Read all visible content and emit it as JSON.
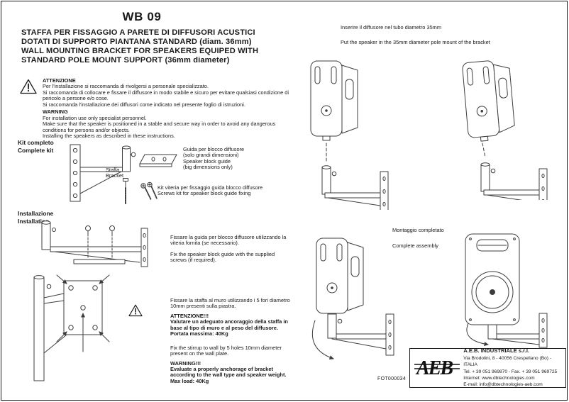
{
  "doc": {
    "model": "WB 09",
    "heading": "STAFFA PER FISSAGGIO A PARETE DI  DIFFUSORI ACUSTICI\nDOTATI  DI  SUPPORTO  PIANTANA  STANDARD  (diam.  36mm)\nWALL MOUNTING BRACKET FOR SPEAKERS EQUIPED WITH\nSTANDARD  POLE  MOUNT  SUPPORT  (36mm  diameter)",
    "code": "FOT000034"
  },
  "warning": {
    "title_it": "ATTENZIONE",
    "body_it": "Per l'installazione si raccomanda di rivolgersi a personale specializzato.\nSi raccomanda di collocare e fissare il diffusore in modo stabile e sicuro per evitare qualsiasi condizione di pericolo a persone e/o cose.\nSi raccomanda l'installazione dei diffusori come indicato nel presente foglio di istruzioni.",
    "title_en": "WARNING",
    "body_en": "For installation use only specialist personnel.\nMake sure that the speaker is positioned in a stable and secure way in order to avoid any dangerous conditions for persons and/or objects.\nInstalling the speakers as described in these instructions."
  },
  "kit": {
    "section_label": "Kit completo\nComplete kit",
    "bracket_label": "Staffa\nBracket",
    "guide_label": "Guida per blocco diffusore\n(solo grandi dimensioni)\nSpeaker block guide\n(big dimensions only)",
    "screws_label": "Kit viteria per fissaggio guida blocco diffusore\nScrews kit for speaker block guide fixing"
  },
  "installation": {
    "section_label": "Installazione\nInstallation",
    "step1_it": "Fissare la guida per blocco diffusore utilizzando la viteria fornita (se necessario).",
    "step1_en": "Fix the speaker block guide with the supplied screws (if required).",
    "step2_it": "Fissare la staffa al muro utilizzando i 5 fori diametro 10mm presenti sulla piastra.",
    "step2_warn_title_it": "ATTENZIONE!!!",
    "step2_warn_it": "Valutare un adeguato ancoraggio della staffa in base al tipo di muro e al peso del diffusore.",
    "step2_load_it": "Portata massima: 40Kg",
    "step2_en": "Fix the stirrup to wall by 5 holes 10mm diameter present on the wall plate.",
    "step2_warn_title_en": "WARNING!!!",
    "step2_warn_en": "Evaluate a properly anchorage of bracket according to the wall type and speaker weight.",
    "step2_load_en": "Max load: 40Kg"
  },
  "assembly": {
    "insert_it": "Inserire il diffusore nel tubo diametro 35mm",
    "insert_en": "Put the speaker in the 35mm diameter pole mount of the bracket",
    "complete_it": "Montaggio completato",
    "complete_en": "Complete assembly"
  },
  "company": {
    "logo": "AEB",
    "name": "A.E.B.  INDUSTRIALE  s.r.l.",
    "address": "Via Brodolini, 8 - 40056  Crespellano (Bo) - ITALIA",
    "phone": "Tel. + 39 051 969870 - Fax. + 39 051 969725",
    "internet": "Internet: www.dbtechnologies.com",
    "email": "E-mail: info@dbtechnologies-aeb.com"
  },
  "colors": {
    "ink": "#1a1a1a",
    "line": "#3d3d3d"
  }
}
